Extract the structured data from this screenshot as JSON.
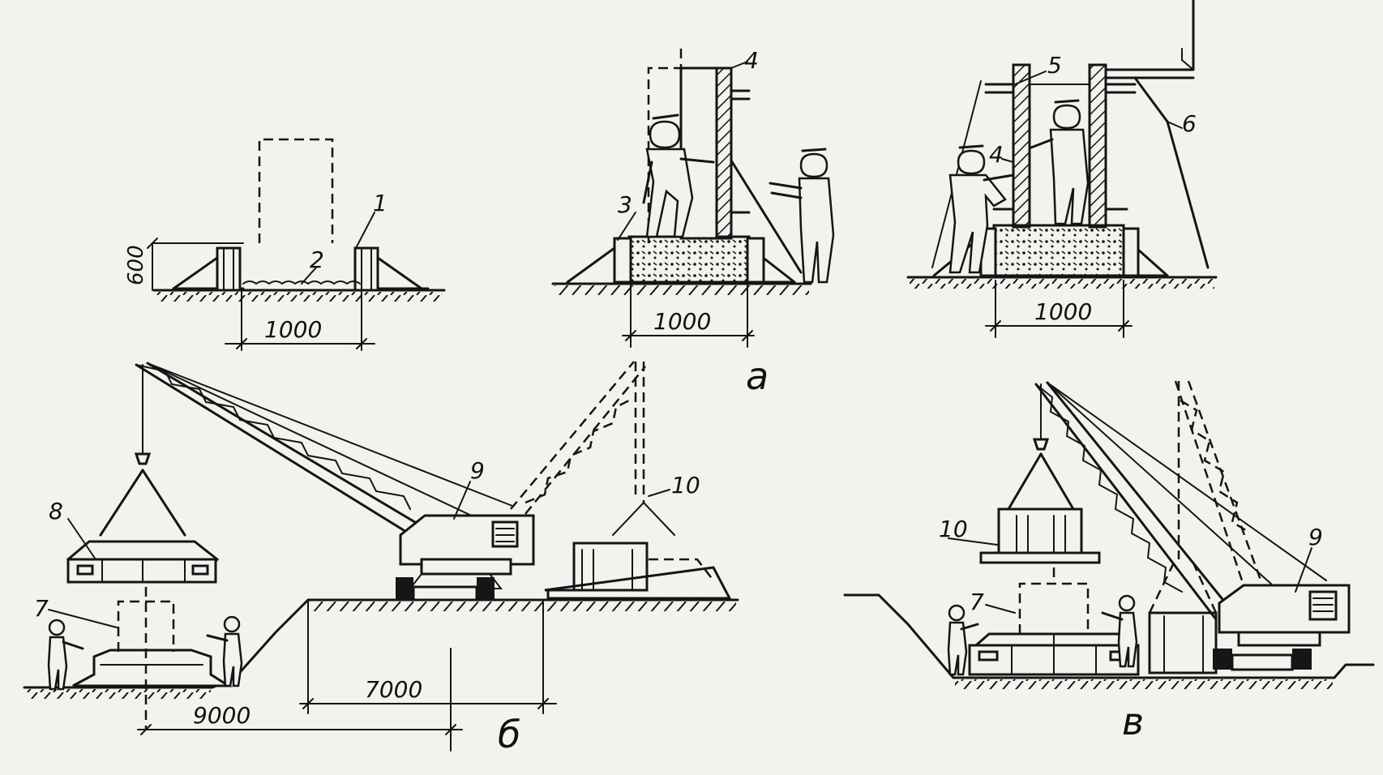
{
  "labels": {
    "n1": "1",
    "n2": "2",
    "n3": "3",
    "n4a": "4",
    "n4b": "4",
    "n5": "5",
    "n6": "6",
    "n7a": "7",
    "n7b": "7",
    "n8": "8",
    "n9a": "9",
    "n9b": "9",
    "n10a": "10",
    "n10b": "10"
  },
  "dimensions": {
    "d600": "600",
    "d1000a": "1000",
    "d1000b": "1000",
    "d1000c": "1000",
    "d7000": "7000",
    "d9000": "9000"
  },
  "panels": {
    "a": "а",
    "b": "б",
    "v": "в"
  }
}
